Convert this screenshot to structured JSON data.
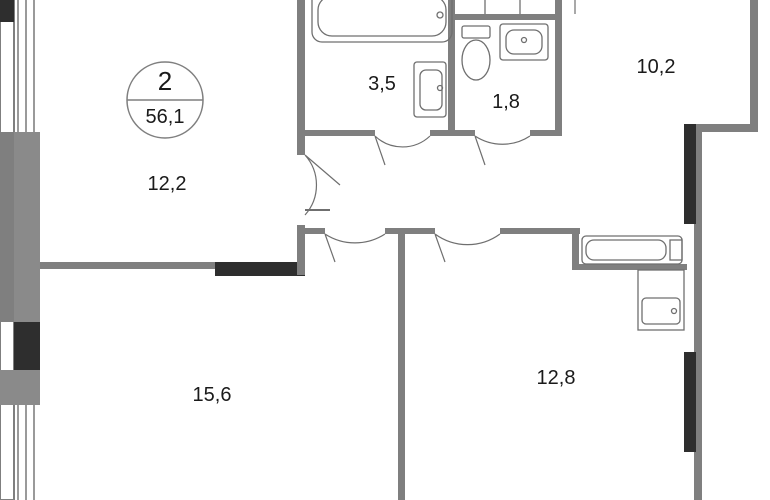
{
  "apartment": {
    "rooms_count": "2",
    "total_area": "56,1"
  },
  "rooms": {
    "bedroom_top_left": "12,2",
    "bathroom": "3,5",
    "toilet": "1,8",
    "kitchen": "10,2",
    "living_room_bottom_left": "15,6",
    "bedroom_bottom_right": "12,8"
  },
  "colors": {
    "wall": "#7f7f7f",
    "wall_dark": "#2e2e2e",
    "window": "#aaaaaa",
    "text": "#1a1a1a",
    "background": "#ffffff"
  }
}
